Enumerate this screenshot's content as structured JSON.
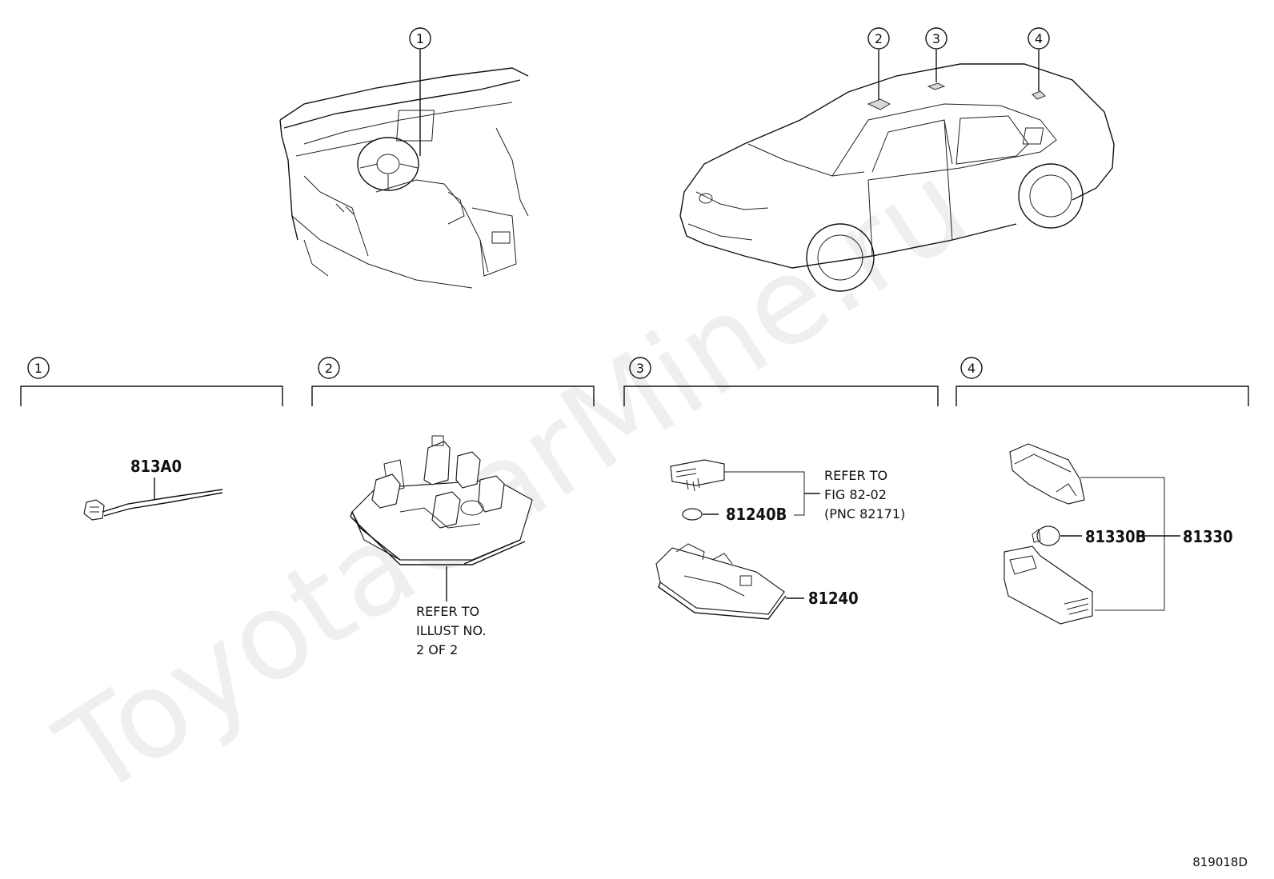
{
  "watermark": "ToyotaCarMine.ru",
  "diagram_code": "819018D",
  "callouts": {
    "c1": "1",
    "c2": "2",
    "c3": "3",
    "c4": "4"
  },
  "sections": [
    {
      "id": "1",
      "part_numbers": [
        "813A0"
      ]
    },
    {
      "id": "2",
      "note": [
        "REFER TO",
        "ILLUST NO.",
        "2 OF 2"
      ]
    },
    {
      "id": "3",
      "part_numbers": [
        "81240B",
        "81240"
      ],
      "note": [
        "REFER TO",
        "FIG 82-02",
        "(PNC 82171)"
      ]
    },
    {
      "id": "4",
      "part_numbers": [
        "81330B",
        "81330"
      ]
    }
  ],
  "labels": {
    "pn_813A0": "813A0",
    "pn_81240B": "81240B",
    "pn_81240": "81240",
    "pn_81330B": "81330B",
    "pn_81330": "81330",
    "s2_note_1": "REFER TO",
    "s2_note_2": "ILLUST NO.",
    "s2_note_3": "2 OF 2",
    "s3_note_1": "REFER TO",
    "s3_note_2": "FIG 82-02",
    "s3_note_3": "(PNC 82171)"
  }
}
